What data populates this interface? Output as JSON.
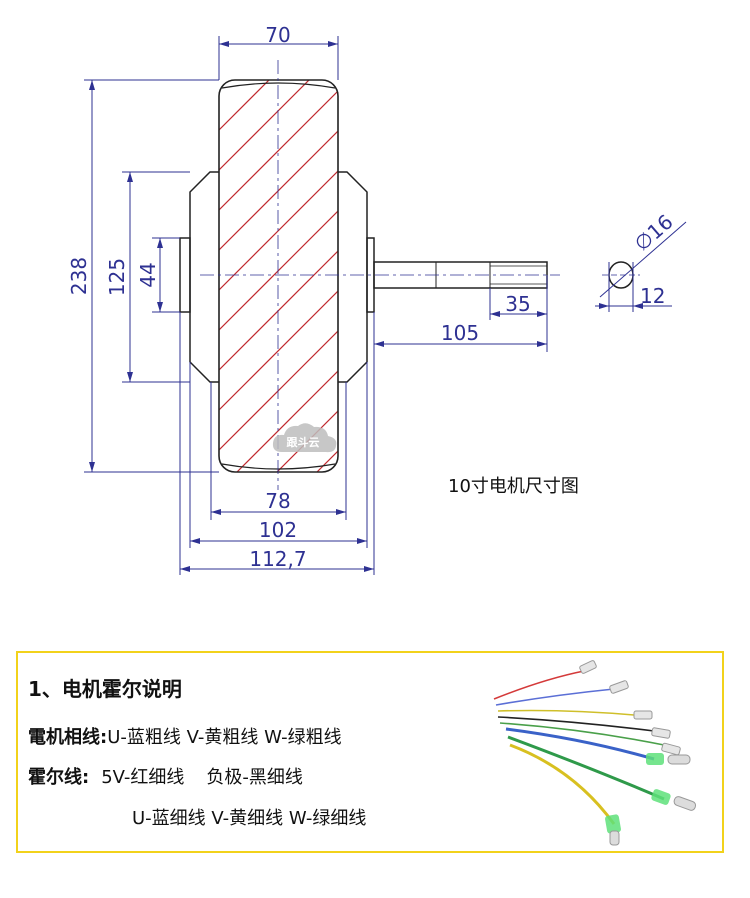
{
  "drawing": {
    "dimensions": {
      "width_top": "70",
      "height_overall": "238",
      "height_stator": "125",
      "height_hub": "44",
      "shaft_end": "35",
      "shaft_length": "105",
      "width_78": "78",
      "width_102": "102",
      "width_112": "112,7",
      "shaft_diameter": "∅16",
      "flat_width": "12"
    },
    "watermark": "跟斗云",
    "caption": "10寸电机尺寸图",
    "line_color": "#2e3192",
    "hatch_color": "#c0282d"
  },
  "info": {
    "title": "1、电机霍尔说明",
    "phase_label": "電机相线:",
    "phase_text": "U-蓝粗线 V-黄粗线 W-绿粗线",
    "hall_label": "霍尔线:",
    "hall_text_a": "5V-红细线",
    "hall_text_b": "负极-黑细线",
    "hall_text_c": "U-蓝细线  V-黄细线 W-绿细线",
    "border_color": "#f2d21b"
  }
}
